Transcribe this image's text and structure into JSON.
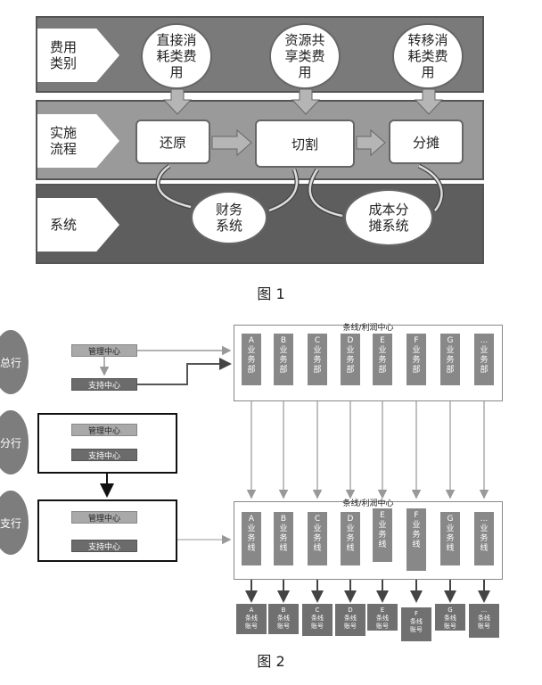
{
  "figure1": {
    "caption": "图 1",
    "rows": [
      {
        "label": "费用\n类别"
      },
      {
        "label": "实施\n流程"
      },
      {
        "label": "系统"
      }
    ],
    "categories": [
      "直接消\n耗类费\n用",
      "资源共\n享类费\n用",
      "转移消\n耗类费\n用"
    ],
    "processes": [
      "还原",
      "切割",
      "分摊"
    ],
    "systems": [
      "财务\n系统",
      "成本分\n摊系统"
    ]
  },
  "figure2": {
    "caption": "图 2",
    "levels": [
      "总行",
      "分行",
      "支行"
    ],
    "mgmt_label": "管理中心",
    "support_label": "支持中心",
    "profit_center_title": "条线/利润中心",
    "departments": [
      "A\n业\n务\n部",
      "B\n业\n务\n部",
      "C\n业\n务\n部",
      "D\n业\n务\n部",
      "E\n业\n务\n部",
      "F\n业\n务\n部",
      "G\n业\n务\n部",
      "...\n业\n务\n部"
    ],
    "lines": [
      "A\n业\n务\n线",
      "B\n业\n务\n线",
      "C\n业\n务\n线",
      "D\n业\n务\n线",
      "E\n业\n务\n线",
      "F\n业\n务\n线",
      "G\n业\n务\n线",
      "...\n业\n务\n线"
    ],
    "accounts": [
      "A\n条线\n账号",
      "B\n条线\n账号",
      "C\n条线\n账号",
      "D\n条线\n账号",
      "E\n条线\n账号",
      "F\n条线\n账号",
      "G\n条线\n账号",
      "...\n条线\n账号"
    ]
  }
}
